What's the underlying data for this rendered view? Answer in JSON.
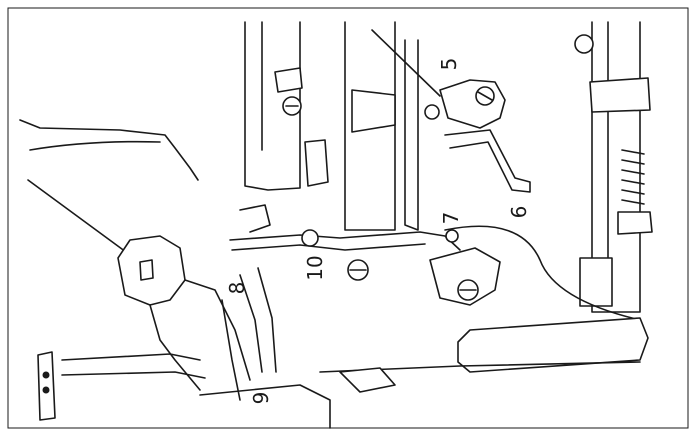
{
  "figure": {
    "callouts": [
      {
        "id": "callout-5",
        "text": "5"
      },
      {
        "id": "callout-6",
        "text": "6"
      },
      {
        "id": "callout-7",
        "text": "7"
      },
      {
        "id": "callout-8",
        "text": "8"
      },
      {
        "id": "callout-9",
        "text": "9"
      },
      {
        "id": "callout-10",
        "text": "10"
      }
    ],
    "colors": {
      "ink": "#1a1a1a",
      "paper": "#ffffff"
    }
  }
}
